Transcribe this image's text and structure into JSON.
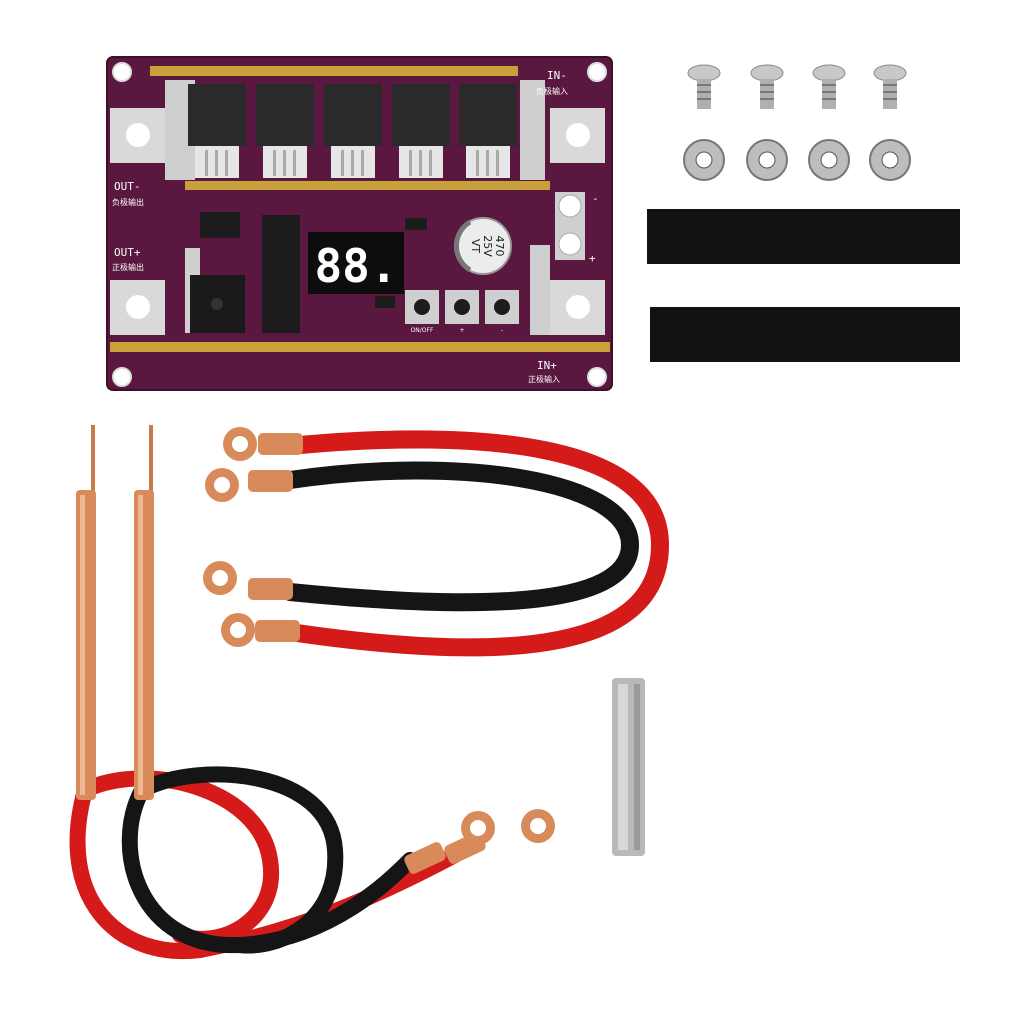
{
  "colors": {
    "pcb": "#5a1840",
    "pcb_dark": "#3d0f2b",
    "copper_strip": "#c9a13b",
    "solder_pad": "#d9d9d9",
    "cable_red": "#d51a1a",
    "cable_black": "#151515",
    "copper": "#d98a5a",
    "tape": "#121212",
    "nickel": "#b9b9b9"
  },
  "pcb": {
    "in_neg_label": "IN-",
    "in_neg_cn": "负极输入",
    "in_pos_label": "IN+",
    "in_pos_cn": "正极输入",
    "out_neg_label": "OUT-",
    "out_neg_cn": "负极输出",
    "out_pos_label": "OUT+",
    "out_pos_cn": "正极输出",
    "display": "88.",
    "cap_line1": "470",
    "cap_line2": "25V",
    "cap_line3": "VT",
    "btn1_label": "ON/OFF",
    "btn2_label": "+",
    "btn3_label": "-",
    "minus_mark": "-",
    "plus_mark": "+"
  },
  "icons": [
    "screw-icon",
    "washer-icon",
    "ring-terminal-icon",
    "welding-pen-icon"
  ]
}
